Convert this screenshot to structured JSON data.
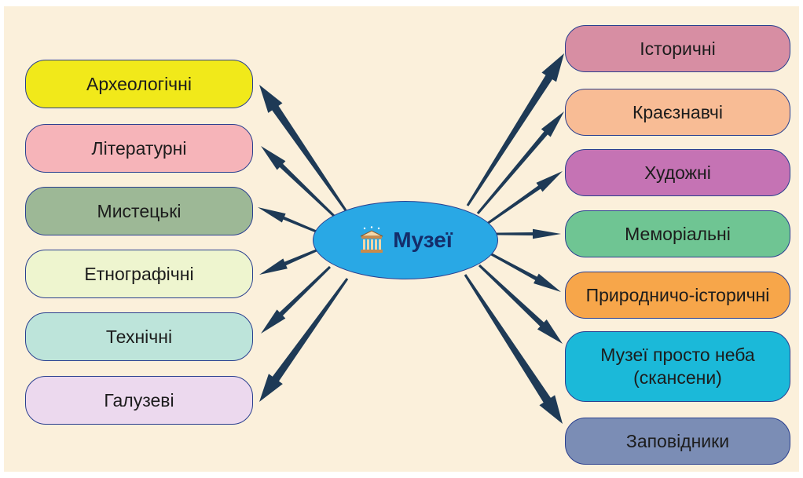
{
  "center": {
    "label": "Музеї",
    "icon": "museum-building-icon"
  },
  "left_nodes": [
    {
      "label": "Археологічні",
      "color": "#f1e91a"
    },
    {
      "label": "Літературні",
      "color": "#f6b4b9"
    },
    {
      "label": "Мистецькі",
      "color": "#9db896"
    },
    {
      "label": "Етнографічні",
      "color": "#eef5cf"
    },
    {
      "label": "Технічні",
      "color": "#bde4da"
    },
    {
      "label": "Галузеві",
      "color": "#ecd9ee"
    }
  ],
  "right_nodes": [
    {
      "label": "Історичні",
      "color": "#d78ea3"
    },
    {
      "label": "Краєзнавчі",
      "color": "#f8bc95"
    },
    {
      "label": "Художні",
      "color": "#c573b4"
    },
    {
      "label": "Меморіальні",
      "color": "#6fc593"
    },
    {
      "label": "Природничо-історичні",
      "color": "#f7a64a"
    },
    {
      "label": "Музеї просто неба\n(скансени)",
      "color": "#1bb9d9"
    },
    {
      "label": "Заповідники",
      "color": "#7b8db5"
    }
  ],
  "colors": {
    "arrow": "#1e3a56",
    "border": "#2a3f8f",
    "background": "#fbf0db",
    "center_fill": "#29a8e5"
  }
}
